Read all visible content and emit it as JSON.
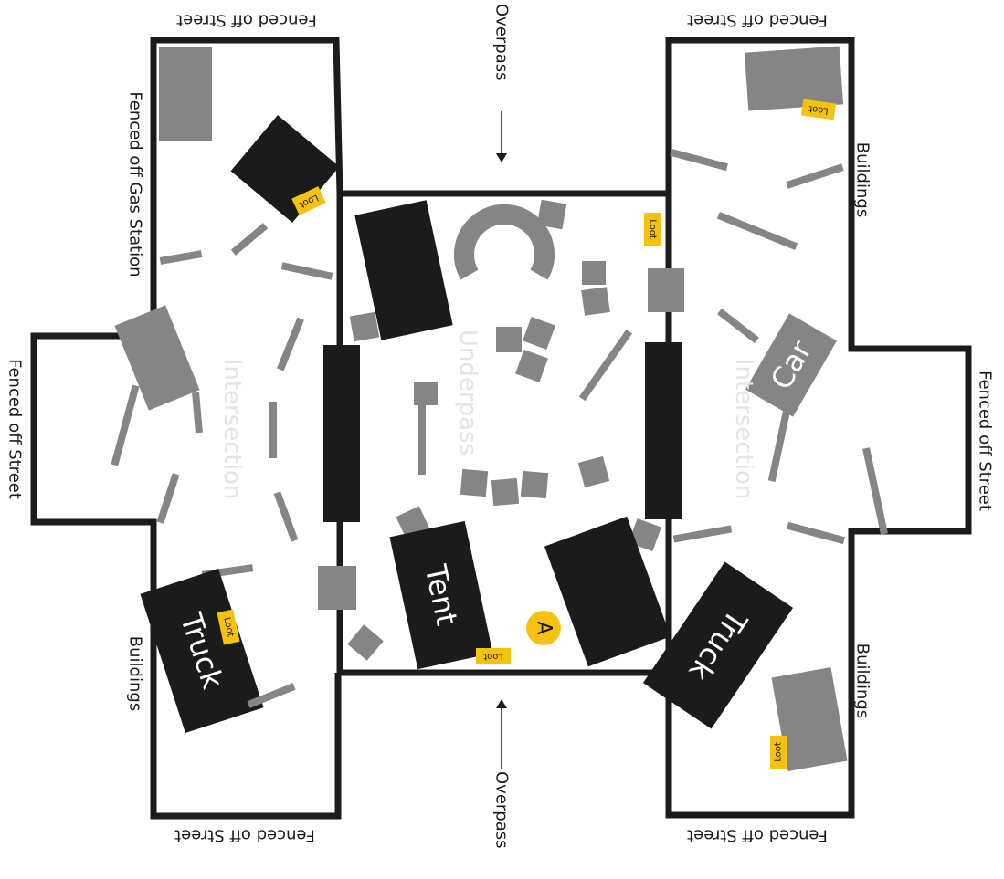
{
  "labels": {
    "fenced_street": "Fenced off Street",
    "gas_station": "Fenced off Gas Station",
    "buildings": "Buildings",
    "overpass": "Overpass",
    "intersection": "Intersection",
    "underpass": "Underpass",
    "truck": "Truck",
    "tent": "Tent",
    "car": "Car",
    "loot": "Loot",
    "marker": "A"
  },
  "colors": {
    "wall": "#1b1b1b",
    "vehicle": "#1b1b1b",
    "cover": "#858585",
    "loot": "#f5c211",
    "ghost_text": "#e4e4e4"
  }
}
